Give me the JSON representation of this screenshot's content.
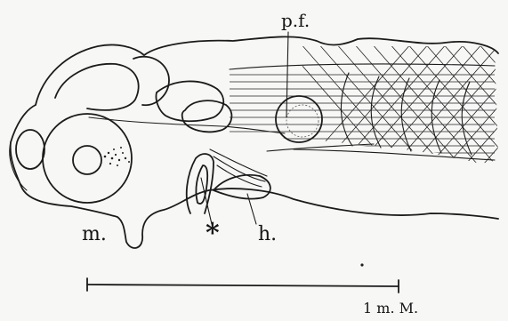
{
  "labels": {
    "pectoral_fin": "p.f.",
    "mouth": "m.",
    "heart": "h.",
    "asterisk": "*",
    "scale_bar": "1 m. M."
  },
  "colors": {
    "paper": "#f7f7f5",
    "ink": "#1b1b1b"
  }
}
